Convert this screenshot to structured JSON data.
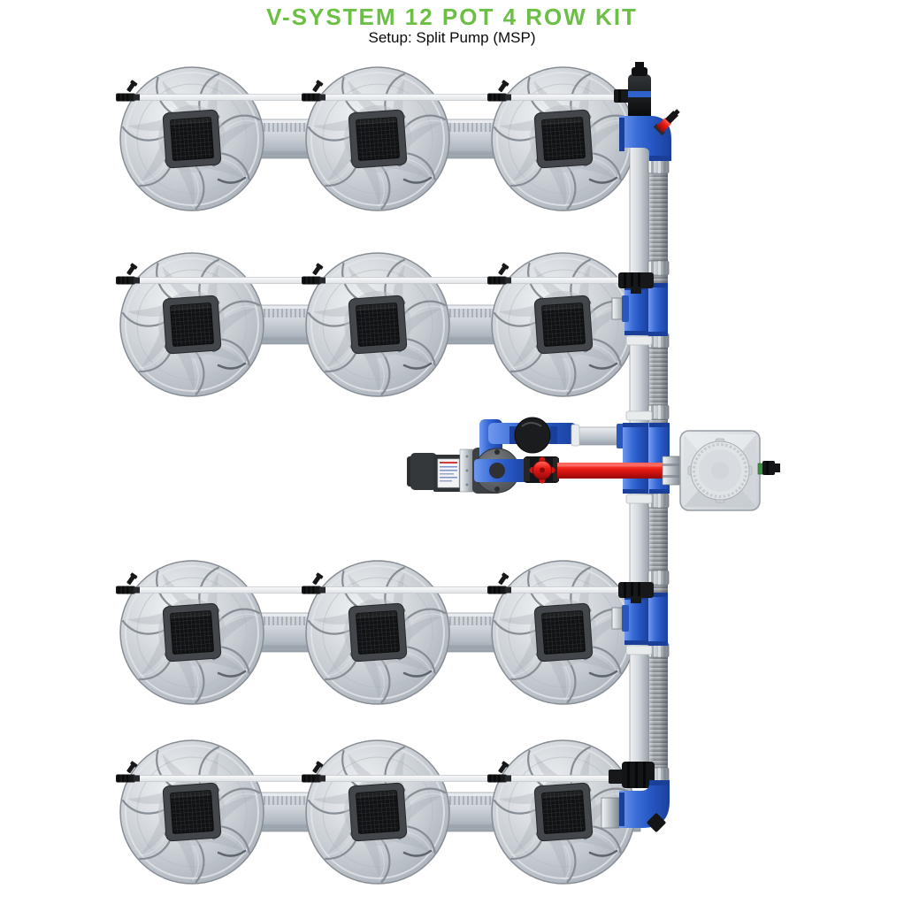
{
  "header": {
    "title": "V-SYSTEM 12 POT 4 ROW KIT",
    "subtitle": "Setup: Split Pump (MSP)",
    "title_color": "#6CBF45",
    "subtitle_color": "#0A0A0A"
  },
  "diagram": {
    "type": "hydroponics-kit-top-view",
    "pot_count": 12,
    "row_count": 4,
    "pots_per_row": 3,
    "components": {
      "pot": "grow-pot-with-swirl-lid",
      "pot_basket": "center-mesh-basket",
      "feed_line": "thin-feed-line",
      "drip_fitting": "black-barb-fitting",
      "row_pipe": "pot-interconnect-pipe",
      "supply_pipe": "vertical-supply-manifold",
      "return_hose": "corrugated-return-hose",
      "row_connector": "blue-tee-fitting",
      "top_valve": "manifold-top-valve",
      "bleed_valve": "red-bleed-valve",
      "pump": "water-pump-with-motor",
      "air_dome": "black-dome-fitting",
      "shutoff_valve": "inline-valve-red-handwheel",
      "return_line": "red-return-pipe",
      "reservoir": "square-reservoir-top-view",
      "reservoir_fitting": "side-barb-fitting"
    },
    "colors": {
      "fitting_blue": "#2F62CC",
      "return_red": "#E01212",
      "pipe_gray": "#C6CCD2",
      "hose_gray": "#9BA0A6",
      "pot_gray": "#C2C7CD",
      "black_fitting": "#17181A"
    }
  }
}
